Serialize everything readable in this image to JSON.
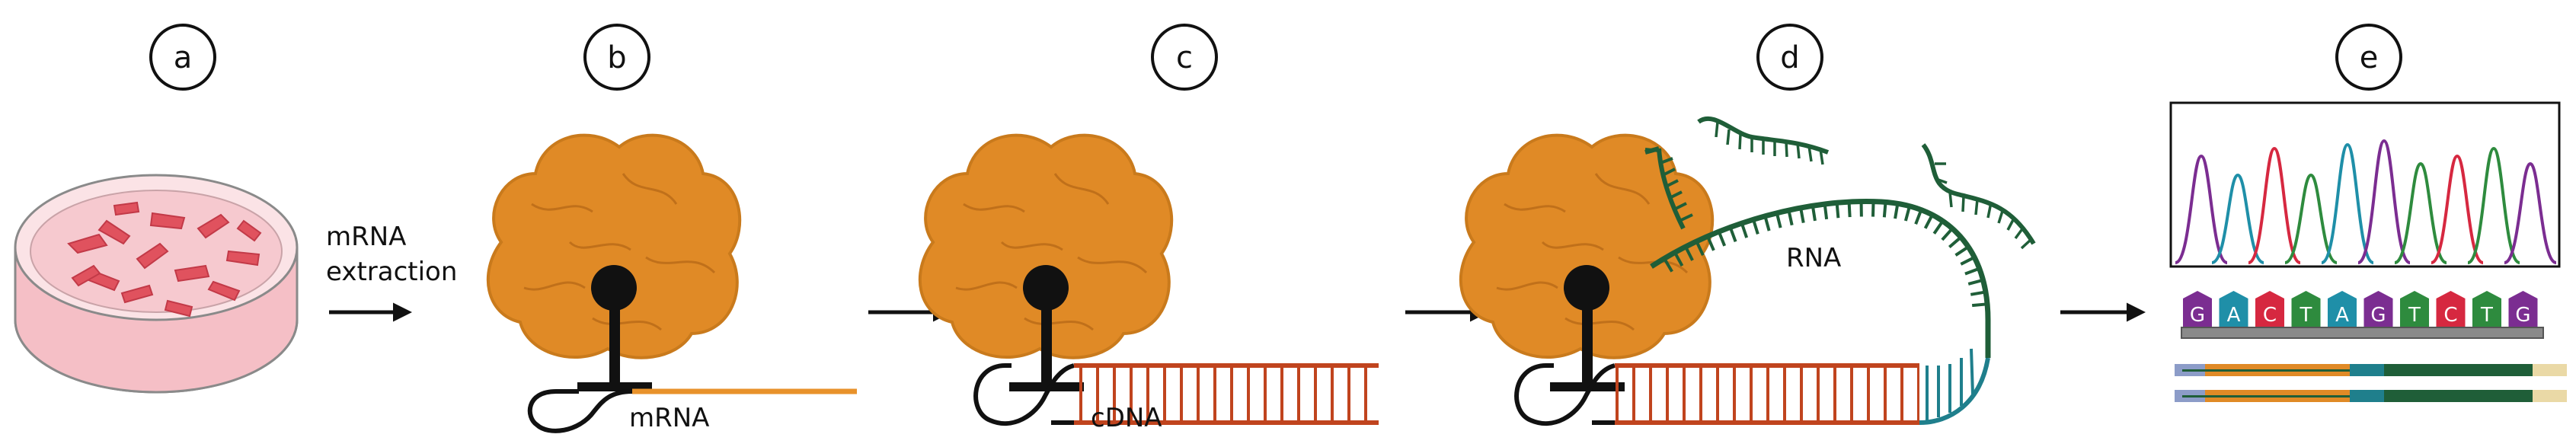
{
  "steps": {
    "a": "a",
    "b": "b",
    "c": "c",
    "d": "d",
    "e": "e"
  },
  "labels": {
    "extraction_line1": "mRNA",
    "extraction_line2": "extraction",
    "mrna": "mRNA",
    "cdna": "cDNA",
    "rna": "RNA"
  },
  "sequence": [
    "G",
    "A",
    "C",
    "T",
    "A",
    "G",
    "T",
    "C",
    "T",
    "G"
  ],
  "colors": {
    "protein": "#E08A26",
    "protein_dark": "#B86A16",
    "mrna": "#E8922B",
    "cdna": "#C0441E",
    "rna": "#1F5E38",
    "rna_teal": "#1F7F8C",
    "base_G": "#7B2D91",
    "base_A": "#1F8FA8",
    "base_C": "#D62840",
    "base_T": "#2E8B3E",
    "read_blue": "#8C9CC8",
    "read_orange": "#E08A26",
    "read_teal": "#1F7F8C",
    "read_green": "#1F5E38",
    "read_tan": "#EAD9A6"
  },
  "icons": [
    "petri-dish-icon",
    "arrow-right-icon",
    "reverse-transcriptase-icon",
    "chromatogram-icon"
  ]
}
